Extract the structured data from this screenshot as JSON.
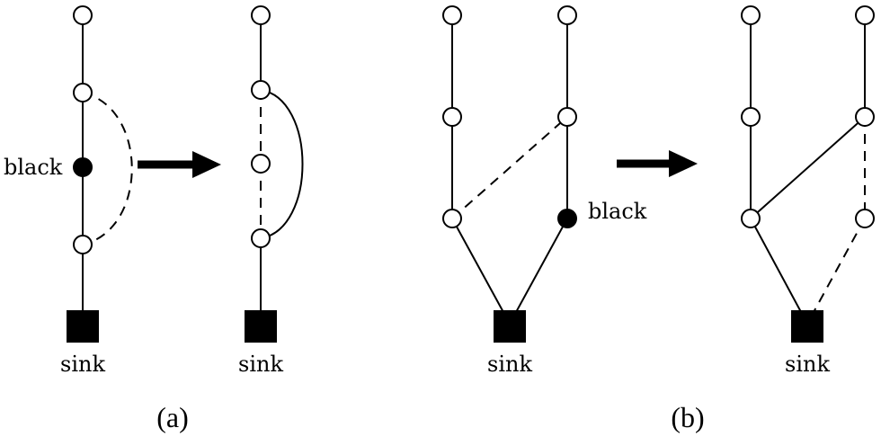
{
  "labels": {
    "black": "black",
    "sink": "sink"
  },
  "captions": {
    "a": "(a)",
    "b": "(b)"
  },
  "colors": {
    "stroke": "#000000",
    "background": "#ffffff"
  }
}
